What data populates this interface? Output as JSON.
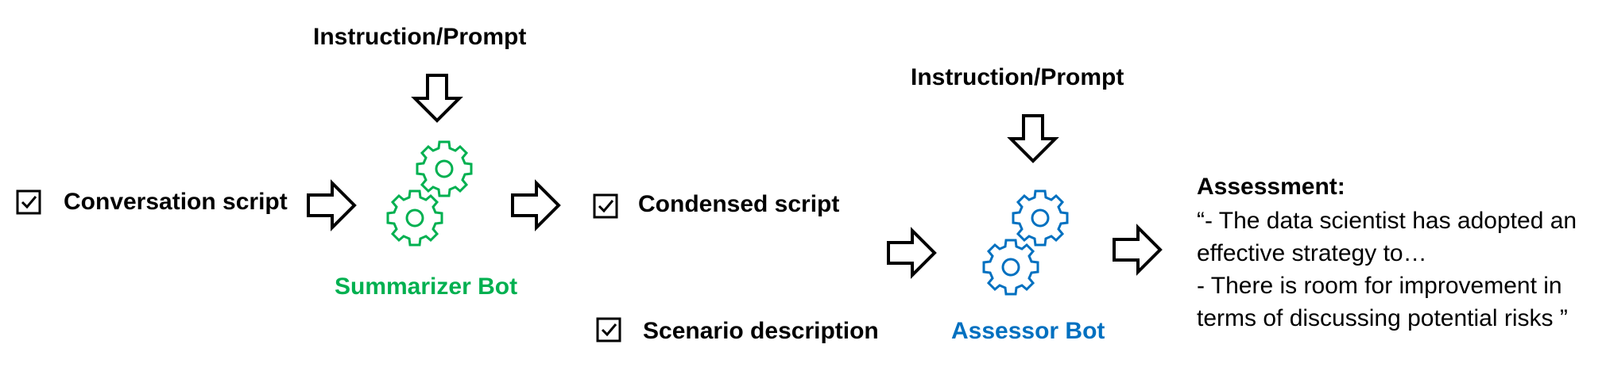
{
  "summarizer": {
    "instruction_label": "Instruction/Prompt",
    "input_label": "Conversation script",
    "bot_label": "Summarizer Bot",
    "bot_color": "#00B050"
  },
  "assessor": {
    "instruction_label": "Instruction/Prompt",
    "input1_label": "Condensed script",
    "input2_label": "Scenario description",
    "bot_label": "Assessor Bot",
    "bot_color": "#0070C0"
  },
  "assessment": {
    "title": "Assessment:",
    "lines": [
      "“- The data scientist has adopted an",
      "effective strategy to…",
      "- There is room for improvement in",
      "terms of discussing potential risks ”"
    ]
  },
  "icons": {
    "checkbox": "checkbox-icon",
    "arrow": "arrow-icon",
    "gears": "gears-icon"
  }
}
